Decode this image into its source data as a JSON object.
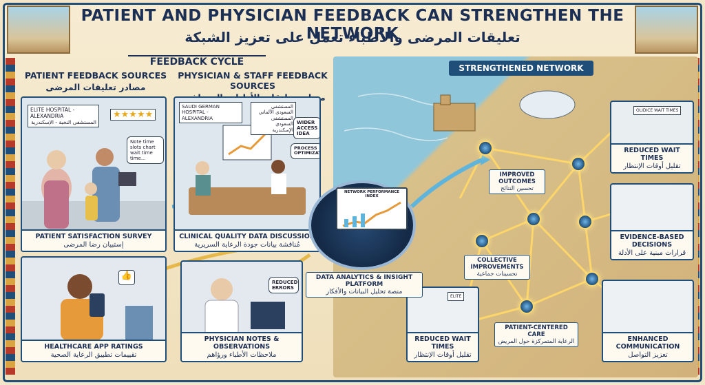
{
  "title": {
    "en": "PATIENT AND PHYSICIAN FEEDBACK CAN STRENGTHEN THE NETWORK",
    "ar": "تعليقات المرضى والأطباء تعمل على تعزيز الشبكة"
  },
  "feedback_cycle": {
    "label": "FEEDBACK CYCLE",
    "patient_sources": {
      "en": "PATIENT FEEDBACK SOURCES",
      "ar": "مصادر تعليقات المرضى"
    },
    "physician_sources": {
      "en": "PHYSICIAN & STAFF FEEDBACK SOURCES",
      "ar": "مصادر تعليقات الأطباء والموظفين"
    }
  },
  "panels": {
    "survey": {
      "sign_en": "ELITE HOSPITAL - ALEXANDRIA",
      "sign_ar": "المستشفى النخبة - الإسكندرية",
      "bubble": "Note time slots chart wait time time...",
      "caption_en": "PATIENT SATISFACTION SURVEY",
      "caption_ar": "إستبيان رضا المرضى"
    },
    "clinical": {
      "sign_en": "SAUDI GERMAN HOSPITAL - ALEXANDRIA",
      "sign_ar": "المستشفى السعودي الألماني المستشفى السعودي الإسكندرية",
      "idea": "WIDER ACCESS IDEA",
      "process": "PROCESS OPTIMIZATION",
      "caption_en": "CLINICAL QUALITY DATA DISCUSSION",
      "caption_ar": "مُناقشة بيانات جودة الرعاية السريرية"
    },
    "app": {
      "caption_en": "HEALTHCARE APP RATINGS",
      "caption_ar": "تقييمات تطبيق الرعاية الصحية"
    },
    "notes": {
      "bubble": "REDUCED ERRORS",
      "caption_en": "PHYSICIAN NOTES & OBSERVATIONS",
      "caption_ar": "ملاحظات الأطباء ورؤاهم"
    }
  },
  "platform": {
    "screen_title": "NETWORK PERFORMANCE INDEX",
    "label_en": "DATA ANALYTICS & INSIGHT PLATFORM",
    "label_ar": "منصة تحليل البيانات والأفكار"
  },
  "network": {
    "banner": "STRENGTHENED NETWORK",
    "nodes": {
      "outcomes": {
        "en": "IMPROVED OUTCOMES",
        "ar": "تحسين النتائج"
      },
      "collective": {
        "en": "COLLECTIVE IMPROVEMENTS",
        "ar": "تحسينات جماعية"
      },
      "patient_care": {
        "en": "PATIENT-CENTERED CARE",
        "ar": "الرعاية المتمركزة حول المريض"
      },
      "wait_top": {
        "en": "REDUCED WAIT TIMES",
        "ar": "تقليل أوقات الإنتظار"
      },
      "evidence": {
        "en": "EVIDENCE-BASED DECISIONS",
        "ar": "قرارات مبنية على الأدلة"
      },
      "communication": {
        "en": "ENHANCED COMMUNICATION",
        "ar": "تعزيز التواصل"
      },
      "wait_bottom": {
        "en": "REDUCED WAIT TIMES",
        "ar": "تقليل أوقات الإنتظار"
      }
    },
    "wait_sign": "OLIDICE WAIT TIMES",
    "elite_sign": "ELITE"
  }
}
